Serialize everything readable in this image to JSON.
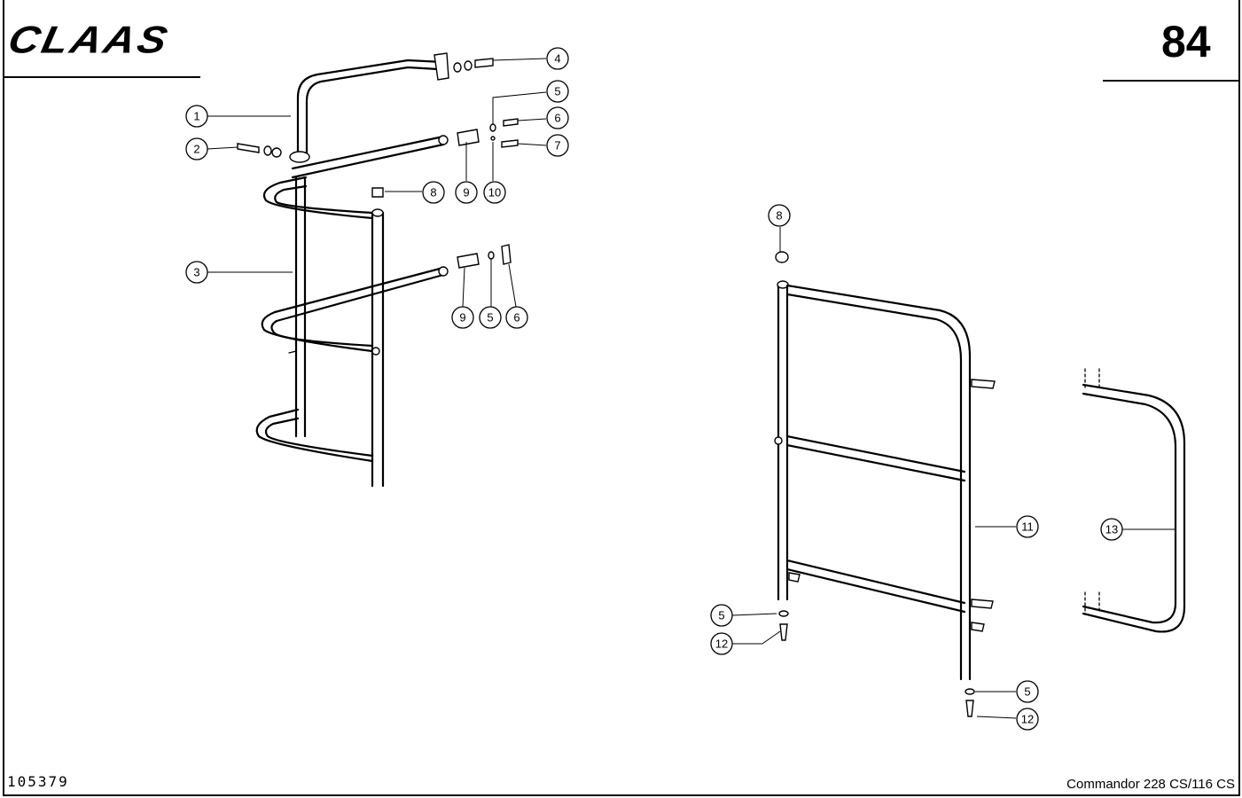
{
  "header": {
    "brand": "CLAAS",
    "page_number": "84"
  },
  "footer": {
    "drawing_number": "105379",
    "model": "Commandor 228 CS/116 CS"
  },
  "callouts": [
    {
      "id": "c1",
      "label": "1"
    },
    {
      "id": "c2",
      "label": "2"
    },
    {
      "id": "c3",
      "label": "3"
    },
    {
      "id": "c4",
      "label": "4"
    },
    {
      "id": "c5a",
      "label": "5"
    },
    {
      "id": "c6a",
      "label": "6"
    },
    {
      "id": "c7",
      "label": "7"
    },
    {
      "id": "c8a",
      "label": "8"
    },
    {
      "id": "c9a",
      "label": "9"
    },
    {
      "id": "c10",
      "label": "10"
    },
    {
      "id": "c9b",
      "label": "9"
    },
    {
      "id": "c5b",
      "label": "5"
    },
    {
      "id": "c6b",
      "label": "6"
    },
    {
      "id": "c8b",
      "label": "8"
    },
    {
      "id": "c11",
      "label": "11"
    },
    {
      "id": "c13",
      "label": "13"
    },
    {
      "id": "c5c",
      "label": "5"
    },
    {
      "id": "c12a",
      "label": "12"
    },
    {
      "id": "c5d",
      "label": "5"
    },
    {
      "id": "c12b",
      "label": "12"
    }
  ]
}
